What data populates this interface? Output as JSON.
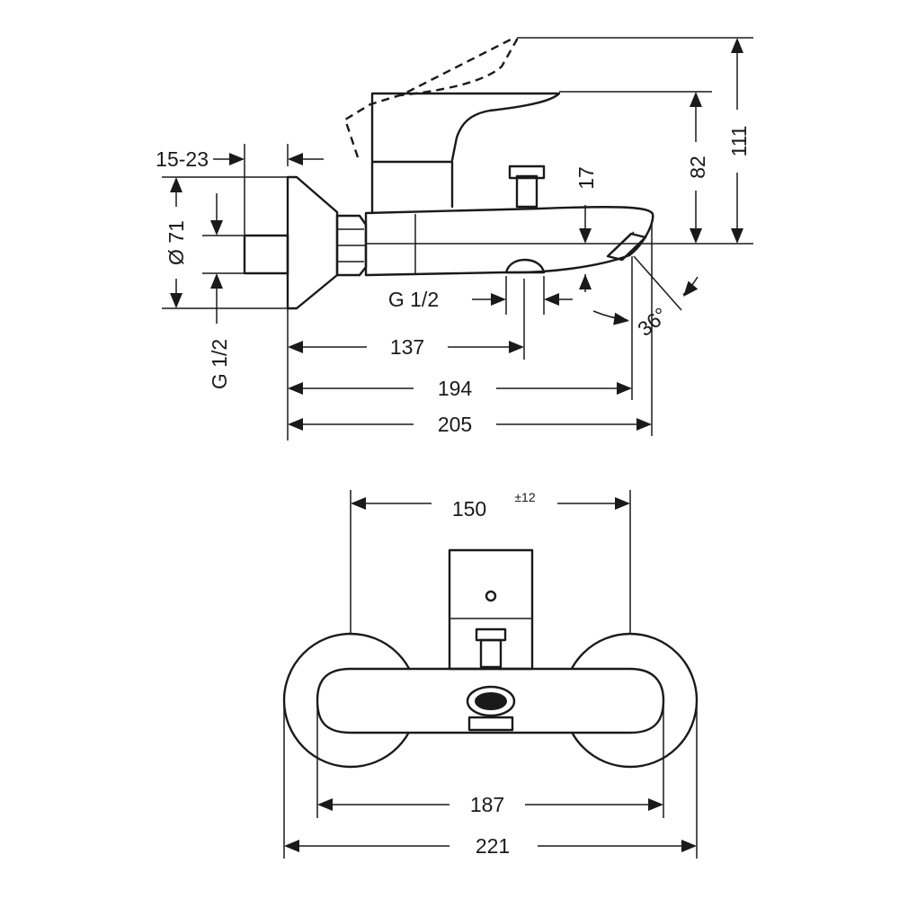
{
  "side_view": {
    "dim_wall_thickness": "15-23",
    "dim_flange_diameter": "Ø 71",
    "dim_inlet_thread": "G 1/2",
    "dim_outlet_thread": "G 1/2",
    "dim_wall_to_center": "137",
    "dim_wall_to_outlet": "194",
    "dim_total_depth": "205",
    "dim_spout_drop": "17",
    "dim_body_height": "82",
    "dim_lever_height": "111",
    "dim_spout_angle": "36°"
  },
  "front_view": {
    "dim_center_distance": "150",
    "dim_tolerance": "±12",
    "dim_inner_width": "187",
    "dim_total_width": "221"
  }
}
